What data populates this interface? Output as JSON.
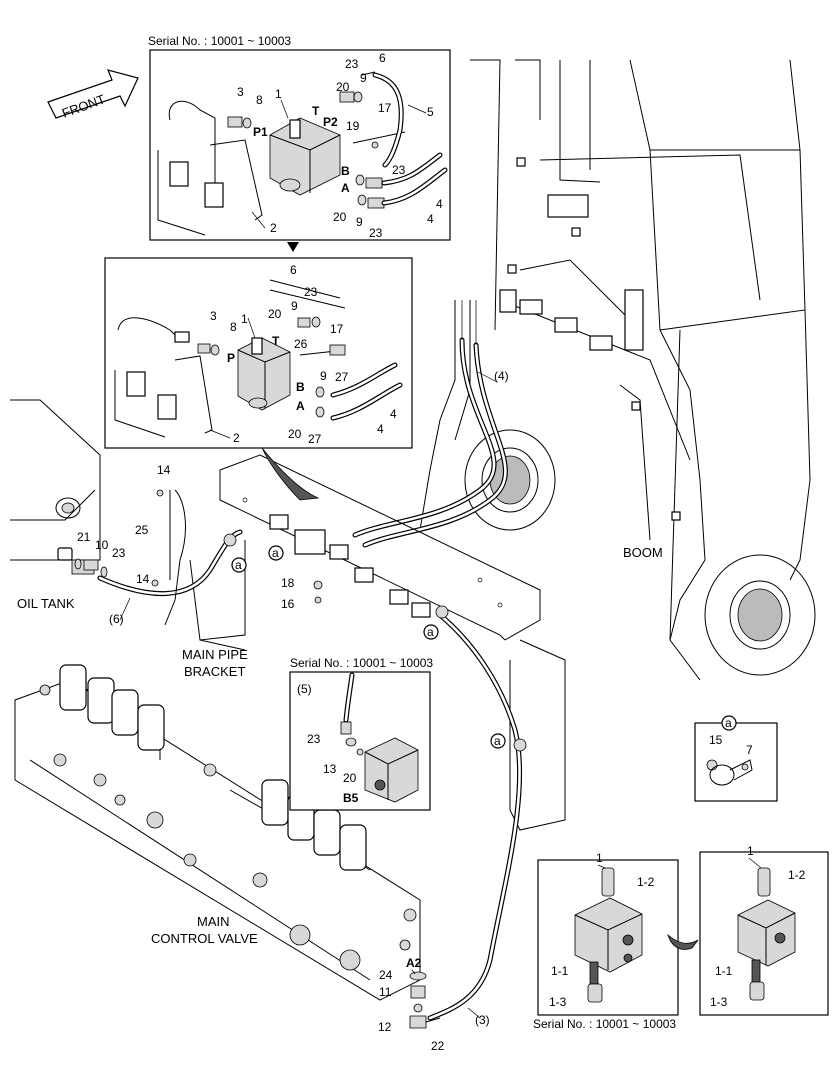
{
  "labels": {
    "serial_top": "Serial No. : 10001 ~ 10003",
    "serial_mid": "Serial No. : 10001 ~ 10003",
    "serial_bottom": "Serial No. : 10001 ~ 10003",
    "front": "FRONT",
    "boom": "BOOM",
    "oil_tank": "OIL TANK",
    "main_pipe_bracket_1": "MAIN PIPE",
    "main_pipe_bracket_2": "BRACKET",
    "main_control_valve_1": "MAIN",
    "main_control_valve_2": "CONTROL VALVE",
    "port_a2": "A2",
    "port_b5": "B5",
    "callout_a": "a"
  },
  "inset_top": {
    "parts": [
      "1",
      "2",
      "3",
      "4",
      "4",
      "5",
      "6",
      "8",
      "9",
      "9",
      "17",
      "19",
      "20",
      "20",
      "23",
      "23",
      "23"
    ],
    "ports": [
      "P1",
      "P2",
      "T",
      "A",
      "B"
    ]
  },
  "inset_second": {
    "parts": [
      "1",
      "2",
      "3",
      "4",
      "4",
      "6",
      "8",
      "9",
      "9",
      "17",
      "20",
      "20",
      "23",
      "26",
      "27",
      "27"
    ],
    "ports": [
      "P",
      "T",
      "A",
      "B"
    ]
  },
  "main_parts": [
    "(3)",
    "(4)",
    "(5)",
    "(6)",
    "10",
    "11",
    "12",
    "13",
    "14",
    "14",
    "16",
    "18",
    "20",
    "21",
    "22",
    "23",
    "23",
    "24",
    "25"
  ],
  "clip_detail": {
    "parts": [
      "15",
      "7"
    ]
  },
  "valve_detail": {
    "parts": [
      "1",
      "1-1",
      "1-2",
      "1-3"
    ]
  },
  "valve_detail_alt": {
    "parts": [
      "1",
      "1-1",
      "1-2",
      "1-3"
    ]
  }
}
